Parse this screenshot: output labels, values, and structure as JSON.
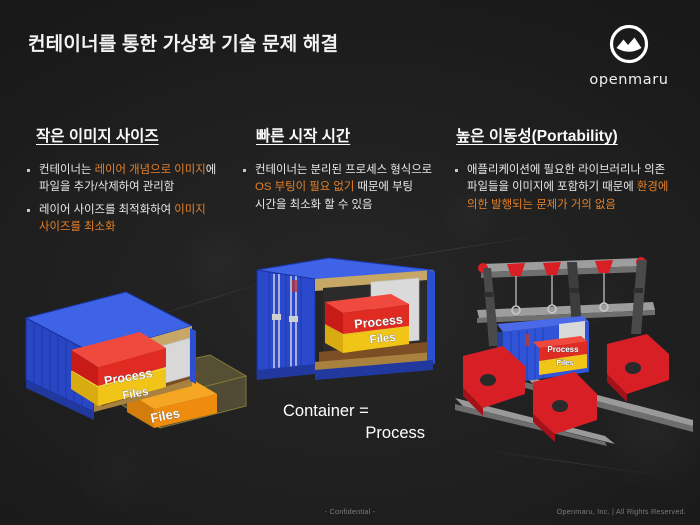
{
  "slide": {
    "title": "컨테이너를 통한 가상화 기술 문제 해결",
    "background_color": "#1f1f1f",
    "accent_color": "#e5802a"
  },
  "logo": {
    "name": "openmaru-logo",
    "wordmark": "openmaru",
    "mark": "circle-mountain-icon",
    "color": "#ffffff"
  },
  "columns": [
    {
      "heading": "작은 이미지 사이즈",
      "bullets": [
        {
          "segments": [
            {
              "text": "컨테이너는 ",
              "highlight": false
            },
            {
              "text": "레이어 개념으로 이미지",
              "highlight": true
            },
            {
              "text": "에 파일을 추가/삭제하여 관리함",
              "highlight": false
            }
          ]
        },
        {
          "segments": [
            {
              "text": "레이어 사이즈를 최적화하여 ",
              "highlight": false
            },
            {
              "text": "이미지 사이즈를 최소화",
              "highlight": true
            }
          ]
        }
      ]
    },
    {
      "heading": "빠른 시작 시간",
      "bullets": [
        {
          "segments": [
            {
              "text": "컨테이너는 분리된 프로세스 형식으로 ",
              "highlight": false
            },
            {
              "text": "OS 부팅이 필요 없기",
              "highlight": true
            },
            {
              "text": " 때문에 부팅 시간을 최소화 할 수 있음",
              "highlight": false
            }
          ]
        }
      ]
    },
    {
      "heading": "높은 이동성(Portability)",
      "bullets": [
        {
          "segments": [
            {
              "text": "애플리케이션에 필요한 라이브러리나 의존 파일들을 이미지에 포함하기 때문에 ",
              "highlight": false
            },
            {
              "text": "환경에 의한 발행되는 문제가 거의 없음",
              "highlight": true
            }
          ]
        }
      ]
    }
  ],
  "figures": [
    {
      "name": "open-container-with-files-illustration",
      "labels": [
        "Process",
        "Files",
        "Files"
      ],
      "colors": {
        "container": "#2f54d8",
        "process_box": "#e02020",
        "files_box": "#f2c200",
        "ghost_box": "#e8c84a",
        "orange_box": "#f08a14"
      }
    },
    {
      "name": "container-equals-process-illustration",
      "labels": [
        "Process",
        "Files"
      ],
      "caption_line1": "Container =",
      "caption_line2": "Process",
      "colors": {
        "container": "#2f54d8",
        "process_box": "#e02020",
        "files_box": "#f2c200"
      }
    },
    {
      "name": "gantry-crane-lifting-container-illustration",
      "labels": [],
      "colors": {
        "crane": "#d81f26",
        "rail": "#8d8d8d",
        "container": "#2f54d8"
      }
    }
  ],
  "footer": {
    "center": "- Confidential -",
    "right": "Openmaru, Inc. | All Rights Reserved."
  }
}
